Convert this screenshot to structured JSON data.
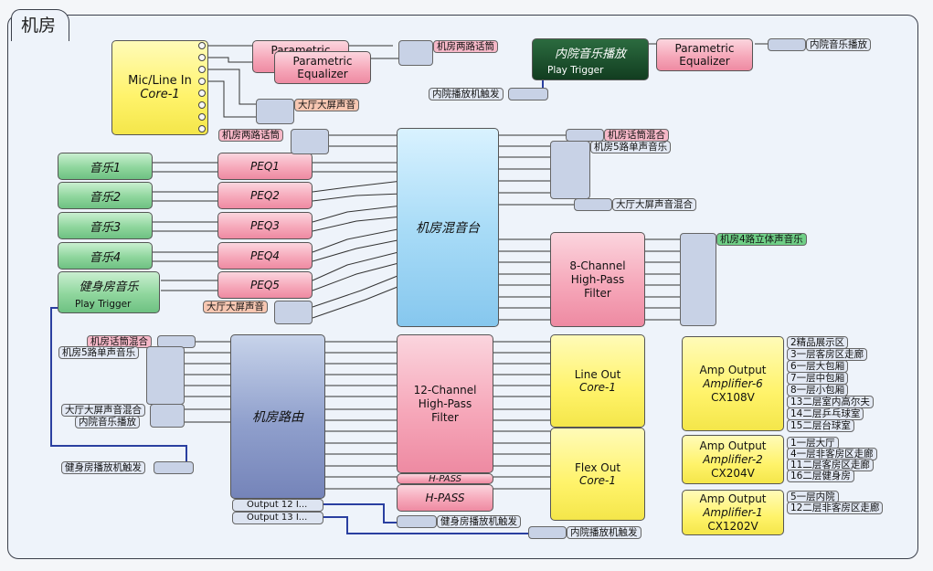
{
  "page": {
    "title": "机房"
  },
  "blocks": {
    "mic": {
      "line1": "Mic/Line In",
      "line2": "Core-1"
    },
    "peq_top1": {
      "label": "Parametric"
    },
    "peq_top2": {
      "line1": "Parametric",
      "line2": "Equalizer"
    },
    "inner_music": {
      "title": "内院音乐播放",
      "trigger": "Play Trigger"
    },
    "peq_right": {
      "line1": "Parametric",
      "line2": "Equalizer"
    },
    "music1": "音乐1",
    "music2": "音乐2",
    "music3": "音乐3",
    "music4": "音乐4",
    "gym_music": {
      "title": "健身房音乐",
      "trigger": "Play Trigger"
    },
    "peq1": "PEQ1",
    "peq2": "PEQ2",
    "peq3": "PEQ3",
    "peq4": "PEQ4",
    "peq5": "PEQ5",
    "mixer": "机房混音台",
    "hp8": {
      "line1": "8-Channel",
      "line2": "High-Pass",
      "line3": "Filter"
    },
    "router": "机房路由",
    "router_out12": "Output 12 I...",
    "router_out13": "Output 13 I...",
    "hp12": {
      "line1": "12-Channel",
      "line2": "High-Pass",
      "line3": "Filter"
    },
    "hpass_hidden": "H-PASS",
    "hpass": "H-PASS",
    "lineout": {
      "line1": "Line Out",
      "line2": "Core-1"
    },
    "flexout": {
      "line1": "Flex Out",
      "line2": "Core-1"
    },
    "amp6": {
      "line1": "Amp Output",
      "line2": "Amplifier-6",
      "line3": "CX108V"
    },
    "amp2": {
      "line1": "Amp Output",
      "line2": "Amplifier-2",
      "line3": "CX204V"
    },
    "amp1": {
      "line1": "Amp Output",
      "line2": "Amplifier-1",
      "line3": "CX1202V"
    }
  },
  "labels": {
    "jf_two": "机房两路话筒",
    "inner_music_play": "内院音乐播放",
    "hall_screen": "大厅大屏声音",
    "inner_trigger": "内院播放机触发",
    "jf_two_in": "机房两路话筒",
    "jf_mic_mix": "机房话筒混合",
    "jf_5mono": "机房5路单声音乐",
    "hall_mix": "大厅大屏声音混合",
    "jf_4stereo": "机房4路立体声音乐",
    "hall_screen_in": "大厅大屏声音",
    "jf_mic_mix_in": "机房话筒混合",
    "jf_5mono_in": "机房5路单声音乐",
    "hall_mix_in": "大厅大屏声音混合",
    "inner_music_in": "内院音乐播放",
    "gym_trigger": "健身房播放机触发",
    "gym_trigger_out": "健身房播放机触发",
    "inner_trigger_out": "内院播放机触发"
  },
  "amp6_zones": [
    "2精品展示区",
    "3一层客房区走廊",
    "6一层大包厢",
    "7一层中包厢",
    "8一层小包厢",
    "13二层室内高尔夫",
    "14二层乒乓球室",
    "15二层台球室"
  ],
  "amp2_zones": [
    "1一层大厅",
    "4一层非客房区走廊",
    "11二层客房区走廊",
    "16二层健身房"
  ],
  "amp1_zones": [
    "5一层内院",
    "12二层非客房区走廊"
  ]
}
